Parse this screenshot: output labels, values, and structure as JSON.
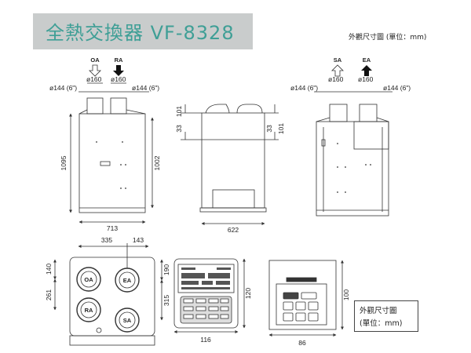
{
  "title": "全熱交換器 VF-8328",
  "unit_caption": "外觀尺寸圖 (單位：mm)",
  "legend": {
    "line1": "外觀尺寸圖",
    "line2": "(單位：mm)"
  },
  "ports": {
    "oa": "OA",
    "ra": "RA",
    "sa": "SA",
    "ea": "EA"
  },
  "dims": {
    "duct_160": "ø160",
    "duct_144": "ø144 (6\")",
    "height_1095": "1095",
    "height_1002": "1002",
    "width_713": "713",
    "depth_622": "622",
    "d101": "101",
    "d33": "33",
    "t335": "335",
    "t143": "143",
    "t140": "140",
    "t261": "261",
    "t190": "190",
    "t315": "315",
    "c116": "116",
    "c120": "120",
    "p86": "86",
    "p100": "100"
  }
}
